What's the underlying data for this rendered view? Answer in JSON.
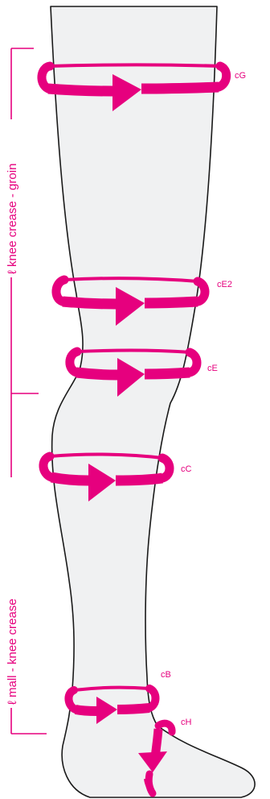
{
  "colors": {
    "accent": "#e6007e",
    "leg_fill": "#f0f1f2",
    "leg_outline": "#1a1a1a"
  },
  "measurements": {
    "cG": "cG",
    "cE2": "cE2",
    "cE": "cE",
    "cC": "cC",
    "cB": "cB",
    "cH": "cH"
  },
  "lengths": {
    "upper": "ℓ  knee crease - groin",
    "lower": "ℓ mall - knee crease"
  }
}
